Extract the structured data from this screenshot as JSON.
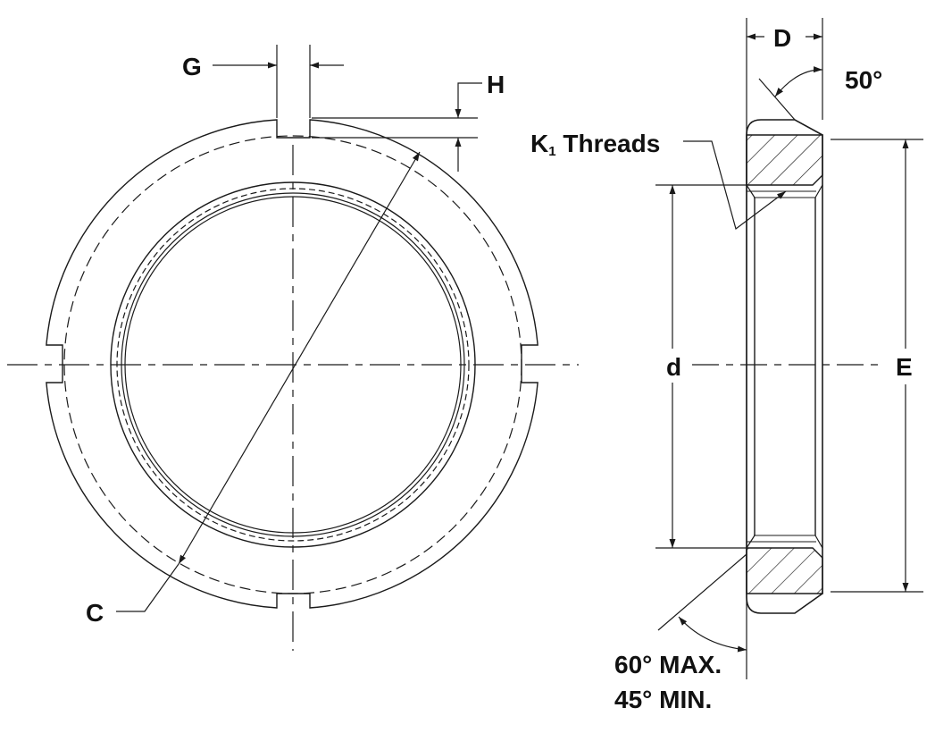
{
  "labels": {
    "g": "G",
    "h": "H",
    "c": "C",
    "d_width": "D",
    "angle_top": "50°",
    "threads_letter": "K",
    "threads_sub": "1",
    "threads_word": " Threads",
    "bore": "d",
    "outer": "E",
    "chamfer_max": "60° MAX.",
    "chamfer_min": "45° MIN."
  },
  "colors": {
    "line": "#1a1a1a",
    "text": "#111111",
    "background": "#ffffff"
  }
}
